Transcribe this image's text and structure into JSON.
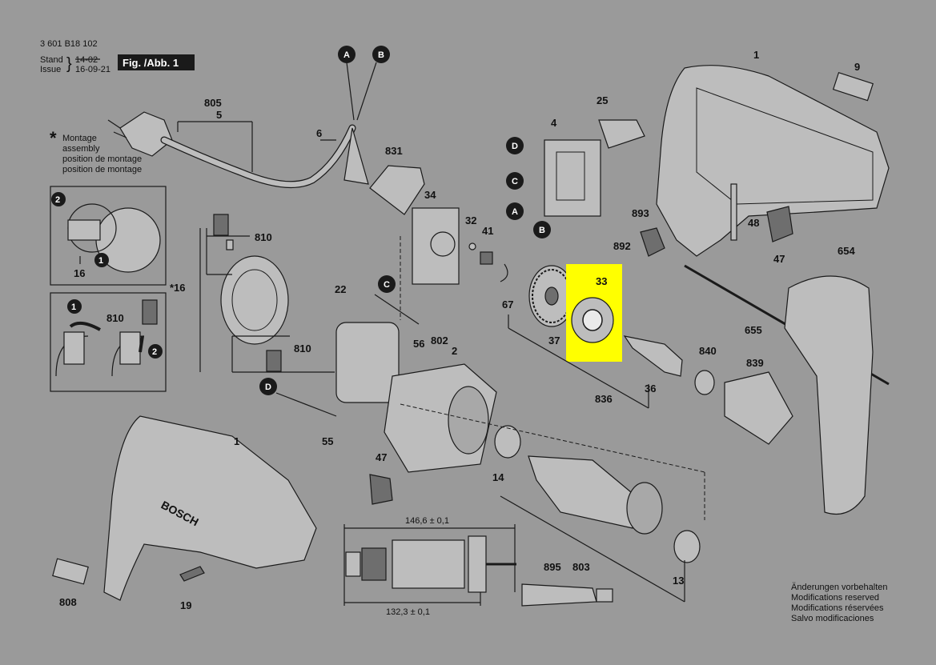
{
  "header": {
    "doc_number": "3 601 B18 102",
    "stand_label": "Stand",
    "issue_label": "Issue",
    "stand_date": "14-02",
    "issue_date": "16-09-21",
    "figure_label": "Fig. /Abb. 1"
  },
  "legend": {
    "star": "*",
    "lines": [
      "Montage",
      "assembly",
      "position de montage",
      "position de montage"
    ]
  },
  "markers": {
    "a": "A",
    "b": "B",
    "c": "C",
    "d": "D"
  },
  "steps": {
    "one": "1",
    "two": "2"
  },
  "parts": {
    "p1_housing": "1",
    "p1_housing_front": "1",
    "p2": "2",
    "p4": "4",
    "p5": "5",
    "p6": "6",
    "p9": "9",
    "p13": "13",
    "p14": "14",
    "p16a": "16",
    "p16_star": "*16",
    "p19": "19",
    "p22": "22",
    "p25": "25",
    "p32": "32",
    "p33": "33",
    "p34": "34",
    "p36": "36",
    "p37": "37",
    "p41": "41",
    "p47a": "47",
    "p47b": "47",
    "p48": "48",
    "p55": "55",
    "p56": "56",
    "p67": "67",
    "p654": "654",
    "p655": "655",
    "p802": "802",
    "p803": "803",
    "p805": "805",
    "p808": "808",
    "p810a": "810",
    "p810b": "810",
    "p810c": "810",
    "p831": "831",
    "p836": "836",
    "p839": "839",
    "p840": "840",
    "p892": "892",
    "p893": "893",
    "p895": "895"
  },
  "dimensions": {
    "top": "146,6 ± 0,1",
    "bottom": "132,3 ± 0,1"
  },
  "brand_logo": "BOSCH",
  "footer": {
    "lines": [
      "Änderungen vorbehalten",
      "Modifications reserved",
      "Modifications réservées",
      "Salvo modificaciones"
    ]
  },
  "highlight": {
    "part": "33",
    "color": "#ffff00"
  }
}
